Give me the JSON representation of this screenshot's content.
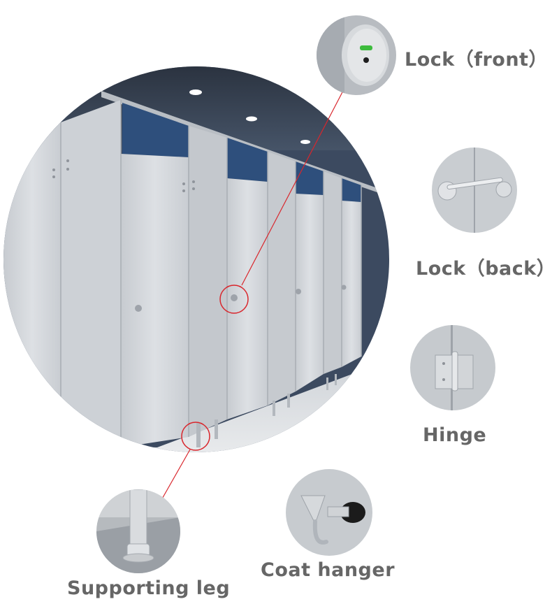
{
  "labels": {
    "lock_front": "Lock（front）",
    "lock_back": "Lock（back）",
    "hinge": "Hinge",
    "coat_hanger": "Coat hanger",
    "supporting_leg": "Supporting leg"
  },
  "colors": {
    "label_text": "#666666",
    "callout_line": "#d9262c",
    "panel": "#d4d8dc",
    "ceiling": "#3a4656",
    "transom_glass": "#2e4f7c",
    "indicator_green": "#3dbb3d"
  }
}
